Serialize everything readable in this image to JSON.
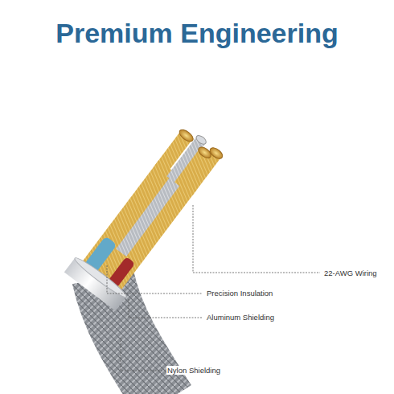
{
  "diagram": {
    "title": "Premium Engineering",
    "labels": [
      "22-AWG Wiring",
      "Precision Insulation",
      "Aluminum Shielding",
      "Nylon Shielding"
    ]
  }
}
